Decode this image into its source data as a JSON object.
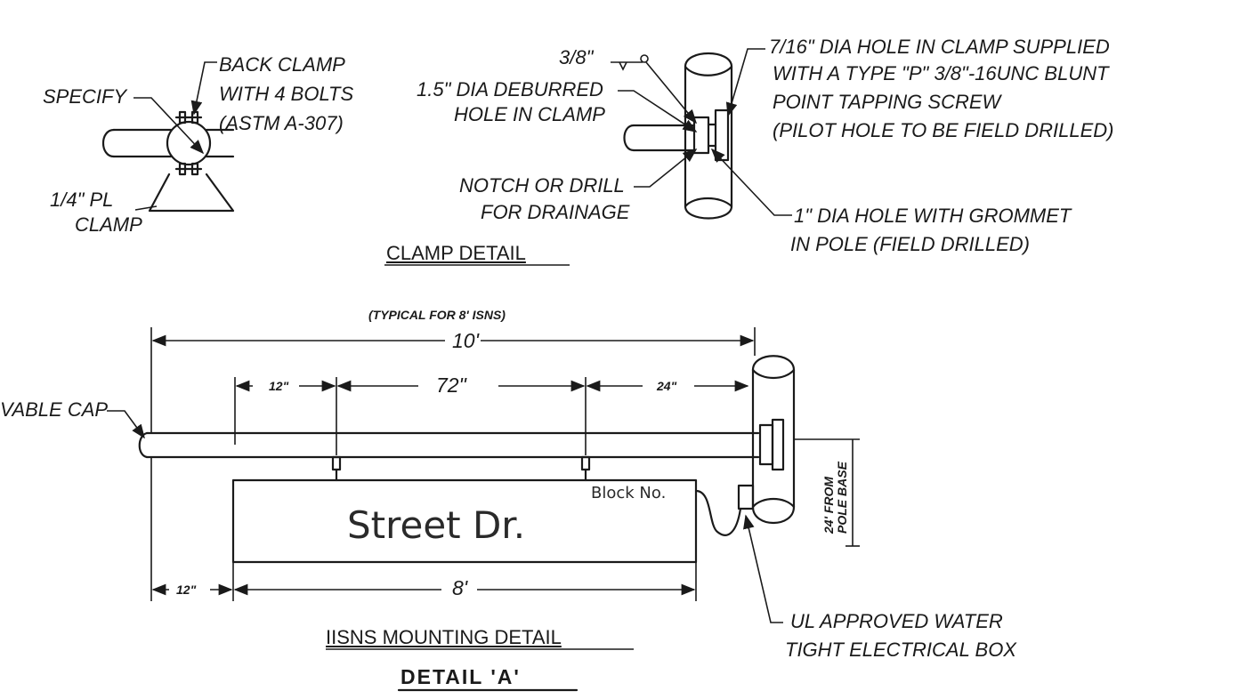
{
  "clamp_detail": {
    "title": "CLAMP DETAIL",
    "left": {
      "specify": "SPECIFY",
      "back_clamp": [
        "BACK CLAMP",
        "WITH 4 BOLTS",
        "(ASTM A-307)"
      ],
      "plate_clamp": [
        "1/4\" PL",
        "CLAMP"
      ]
    },
    "right": {
      "weld": "3/8\"",
      "hole_deburred": [
        "1.5\" DIA DEBURRED",
        "HOLE IN CLAMP"
      ],
      "notch": [
        "NOTCH OR DRILL",
        "FOR DRAINAGE"
      ],
      "hole_clamp": [
        "7/16\" DIA HOLE IN CLAMP SUPPLIED",
        "WITH A TYPE \"P\" 3/8\"-16UNC BLUNT",
        "POINT TAPPING SCREW",
        "(PILOT HOLE TO BE FIELD DRILLED)"
      ],
      "grommet": [
        "1\" DIA HOLE WITH GROMMET",
        "IN POLE (FIELD DRILLED)"
      ]
    }
  },
  "mounting_detail": {
    "title": "IISNS MOUNTING DETAIL",
    "typical_note": "(TYPICAL FOR 8' ISNS)",
    "dim_overall": "10'",
    "dim_12_left": "12\"",
    "dim_72": "72\"",
    "dim_24": "24\"",
    "dim_12_bottom": "12\"",
    "dim_8": "8'",
    "cap_label": "VABLE CAP",
    "height_note": [
      "24' FROM",
      "POLE BASE"
    ],
    "sign": {
      "street": "Street Dr.",
      "block": "Block No."
    },
    "box_label": [
      "UL APPROVED WATER",
      "TIGHT ELECTRICAL BOX"
    ]
  },
  "detail_title": "DETAIL 'A'"
}
